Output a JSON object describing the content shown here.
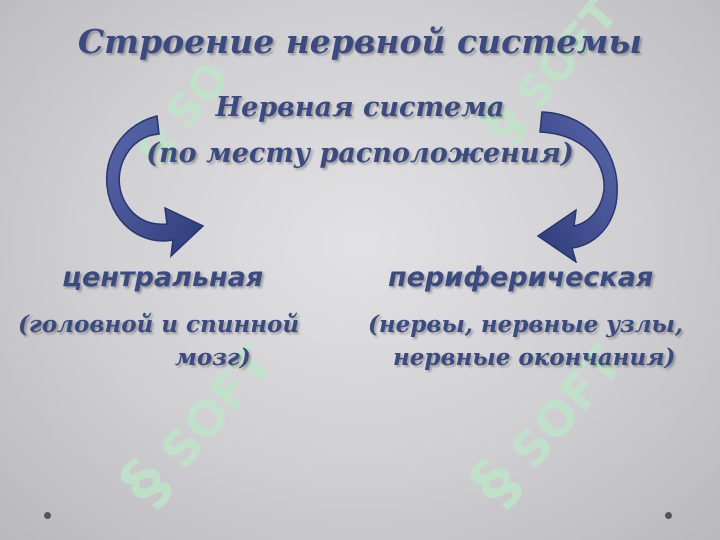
{
  "title": "Строение нервной системы",
  "root": {
    "line1": "Нервная система",
    "line2": "(по месту расположения)"
  },
  "branches": [
    {
      "title": "центральная",
      "desc_line1": "(головной и спинной",
      "desc_line2": "мозг)"
    },
    {
      "title": "периферическая",
      "desc_line1": "(нервы, нервные узлы,",
      "desc_line2": "нервные окончания)"
    }
  ],
  "watermark": "SOFT",
  "colors": {
    "text": "#3b4a80",
    "arrow": "#3c4a8c",
    "watermark": "#b9e0c4"
  }
}
